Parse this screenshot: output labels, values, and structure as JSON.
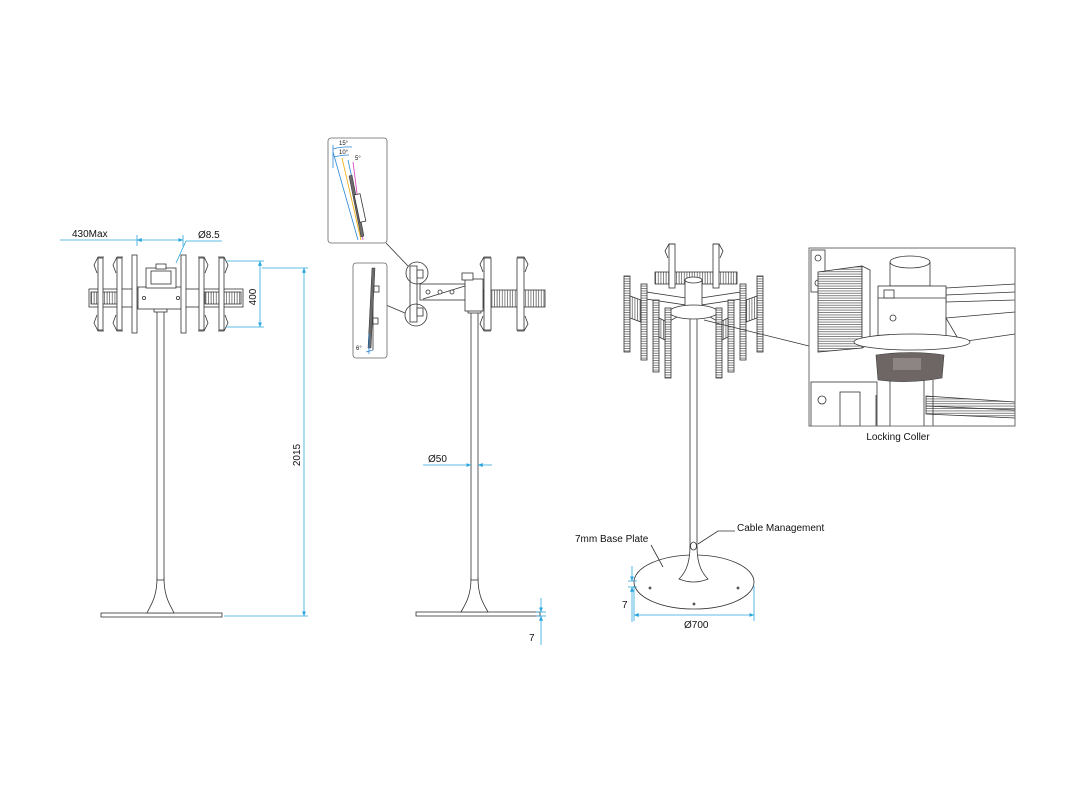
{
  "front_view": {
    "width_dim": "430Max",
    "hole_dim": "Ø8.5",
    "rail_height_dim": "400",
    "overall_height_dim": "2015"
  },
  "side_view": {
    "tilt_15": "15°",
    "tilt_10": "10°",
    "tilt_5": "5°",
    "tilt_min": "6°",
    "pole_diameter_dim": "Ø50",
    "base_thickness_dim": "7"
  },
  "perspective_view": {
    "cable_management_label": "Cable Management",
    "base_plate_label": "7mm Base Plate",
    "base_thickness_dim": "7",
    "base_diameter_dim": "Ø700",
    "detail_caption": "Locking Coller"
  },
  "colors": {
    "outline": "#333333",
    "dimension": "#2aa6de",
    "tilt_blue": "#2a86d6",
    "tilt_yellow": "#efb21a",
    "tilt_magenta": "#d84bc4",
    "collar": "#6d6665"
  }
}
